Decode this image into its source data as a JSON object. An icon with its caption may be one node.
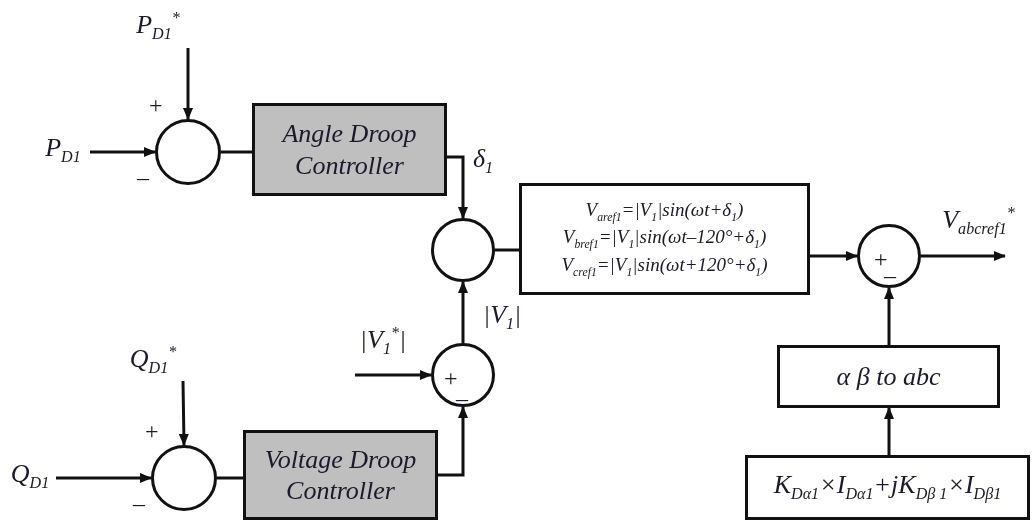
{
  "diagram": {
    "nodes": [
      {
        "text": [
          "P$_{D1}$$^{*}$"
        ]
      },
      {
        "text": [
          "P$_{D1}$"
        ]
      },
      {
        "text": [],
        "shape": "circle",
        "beside": [
          "+",
          "–"
        ]
      },
      {
        "text": [
          "Angle Droop Controller"
        ]
      },
      {
        "text": [],
        "shape": "circle"
      },
      {
        "text": [
          "V$_{aref1}$=|V$_{1}$|sin(ωt+δ$_{1}$)",
          "V$_{bref1}$=|V$_{1}$|sin(ωt–120°+δ$_{1}$)",
          "V$_{cref1}$=|V$_{1}$|sin(ωt+120°+δ$_{1}$)"
        ]
      },
      {
        "text": [
          "+",
          "–"
        ]
      },
      {
        "text": [
          "V$_{abcref1}$$^{*}$"
        ]
      },
      {
        "text": [
          "α β to abc"
        ]
      },
      {
        "text": [
          "K$_{Dα1}$×I$_{Dα1}$+jK$_{Dβ 1}$×I$_{Dβ1}$"
        ]
      },
      {
        "text": [
          "|V$_{1}$$^{*}$|"
        ]
      },
      {
        "text": [
          "+",
          "–"
        ]
      },
      {
        "text": [
          "Q$_{D1}$$^{*}$"
        ]
      },
      {
        "text": [
          "Q$_{D1}$"
        ]
      },
      {
        "text": [],
        "shape": "circle",
        "beside": [
          "+",
          "–"
        ]
      },
      {
        "text": [
          "Voltage Droop Controller"
        ]
      }
    ],
    "edges": [
      {
        "from": 0,
        "to": 2,
        "arrow": "to"
      },
      {
        "from": 1,
        "to": 2,
        "arrow": "to"
      },
      {
        "from": 2,
        "to": 3,
        "arrow": "none"
      },
      {
        "from": 3,
        "to": 4,
        "arrow": "to",
        "label": "δ$_{1}$"
      },
      {
        "from": 4,
        "to": 5,
        "arrow": "none"
      },
      {
        "from": 5,
        "to": 6,
        "arrow": "to"
      },
      {
        "from": 6,
        "to": 7,
        "arrow": "to"
      },
      {
        "from": 8,
        "to": 6,
        "arrow": "to"
      },
      {
        "from": 9,
        "to": 8,
        "arrow": "to"
      },
      {
        "from": 10,
        "to": 11,
        "arrow": "to"
      },
      {
        "from": 11,
        "to": 4,
        "arrow": "to",
        "label": "|V$_{1}$|"
      },
      {
        "from": 12,
        "to": 14,
        "arrow": "to"
      },
      {
        "from": 13,
        "to": 14,
        "arrow": "to"
      },
      {
        "from": 14,
        "to": 15,
        "arrow": "none"
      },
      {
        "from": 15,
        "to": 11,
        "arrow": "to"
      }
    ]
  }
}
